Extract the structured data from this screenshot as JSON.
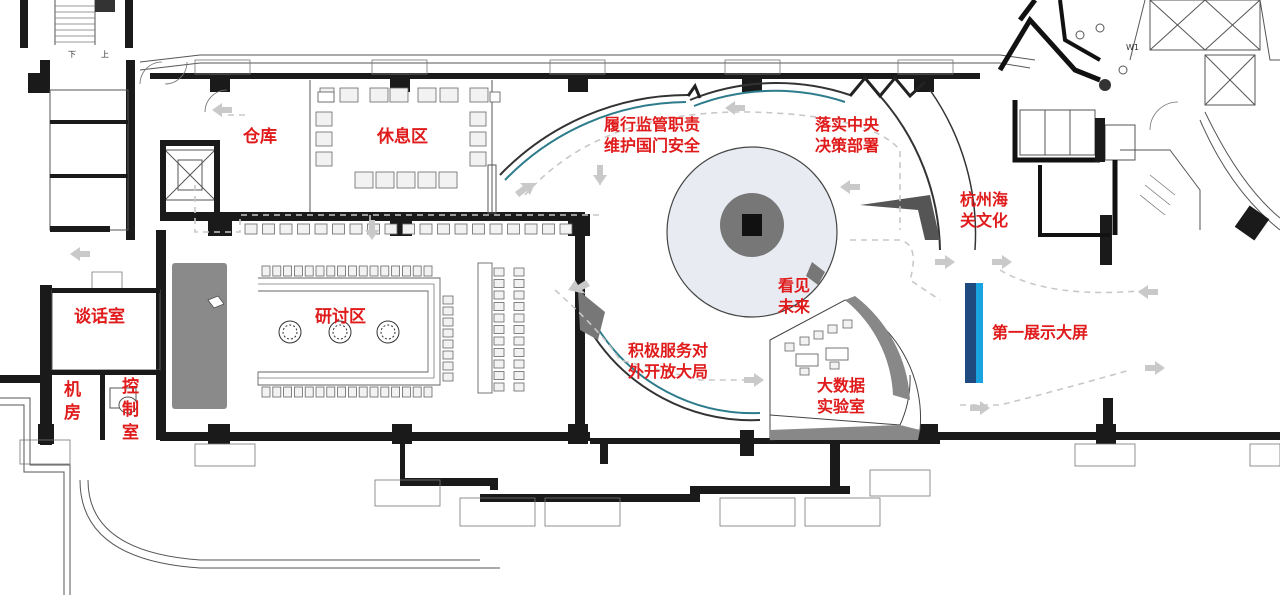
{
  "floor_plan": {
    "rooms": {
      "warehouse": "仓库",
      "lounge": "休息区",
      "seminar": "研讨区",
      "talk_room": "谈话室",
      "machine_room_line1": "机",
      "machine_room_line2": "房",
      "control_room_line1": "控",
      "control_room_line2": "制",
      "control_room_line3": "室",
      "theme_top_line1": "履行监管职责",
      "theme_top_line2": "维护国门安全",
      "theme_right_line1": "落实中央",
      "theme_right_line2": "决策部署",
      "culture_line1": "杭州海",
      "culture_line2": "关文化",
      "future_line1": "看见",
      "future_line2": "未来",
      "theme_bottom_line1": "积极服务对",
      "theme_bottom_line2": "外开放大局",
      "bigdata_line1": "大数据",
      "bigdata_line2": "实验室",
      "main_screen": "第一展示大屏"
    },
    "stair_labels": {
      "down": "下",
      "up": "上",
      "restroom_w1": "W1"
    },
    "colors": {
      "label": "#e01b1b",
      "wall": "#1a1a1a",
      "screen": "#19a3e0",
      "route": "#c8c8c8",
      "accent_arc": "#2d7c8c",
      "center_disc": "#e6ebf2",
      "grey_panel": "#7a7a7a"
    }
  }
}
